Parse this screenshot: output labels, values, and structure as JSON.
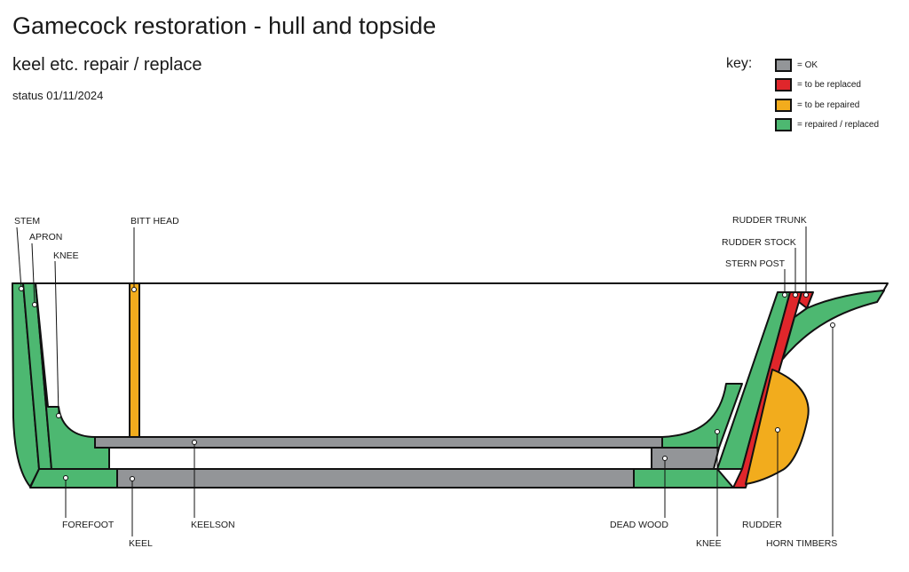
{
  "header": {
    "title": "Gamecock restoration - hull and topside",
    "subtitle": "keel etc. repair / replace",
    "status": "status 01/11/2024"
  },
  "key": {
    "label": "key:",
    "items": [
      {
        "status": "ok",
        "label": "= OK",
        "color": "#939598"
      },
      {
        "status": "to-be-replaced",
        "label": "= to be replaced",
        "color": "#e0262b"
      },
      {
        "status": "to-be-repaired",
        "label": "= to be repaired",
        "color": "#f2ac1d"
      },
      {
        "status": "repaired-replaced",
        "label": "= repaired / replaced",
        "color": "#4db871"
      }
    ]
  },
  "parts": [
    {
      "id": "stem",
      "label": "STEM",
      "status": "repaired-replaced"
    },
    {
      "id": "apron",
      "label": "APRON",
      "status": "repaired-replaced"
    },
    {
      "id": "knee-fwd",
      "label": "KNEE",
      "status": "repaired-replaced"
    },
    {
      "id": "bitt-head",
      "label": "BITT HEAD",
      "status": "to-be-repaired"
    },
    {
      "id": "forefoot",
      "label": "FOREFOOT",
      "status": "repaired-replaced"
    },
    {
      "id": "keel",
      "label": "KEEL",
      "status": "ok"
    },
    {
      "id": "keelson",
      "label": "KEELSON",
      "status": "ok"
    },
    {
      "id": "dead-wood",
      "label": "DEAD WOOD",
      "status": "ok"
    },
    {
      "id": "knee-aft",
      "label": "KNEE",
      "status": "repaired-replaced"
    },
    {
      "id": "rudder",
      "label": "RUDDER",
      "status": "to-be-repaired"
    },
    {
      "id": "horn-timbers",
      "label": "HORN TIMBERS",
      "status": "repaired-replaced"
    },
    {
      "id": "stern-post",
      "label": "STERN POST",
      "status": "repaired-replaced"
    },
    {
      "id": "rudder-stock",
      "label": "RUDDER STOCK",
      "status": "to-be-replaced"
    },
    {
      "id": "rudder-trunk",
      "label": "RUDDER TRUNK",
      "status": "to-be-replaced"
    }
  ]
}
